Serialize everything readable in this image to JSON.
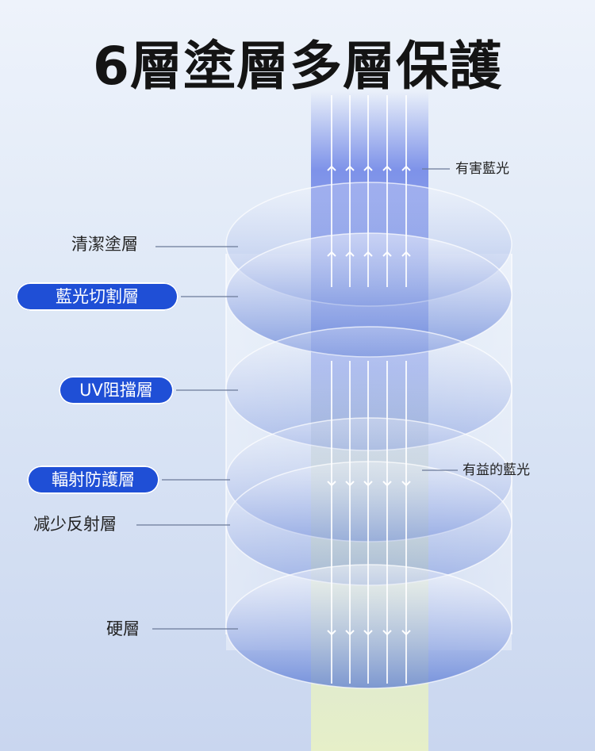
{
  "title": "6層塗層多層保護",
  "layers": {
    "cleaning": "清潔塗層",
    "blue_cut": "藍光切割層",
    "uv_block": "UV阻擋層",
    "radiation": "輻射防護層",
    "anti_reflect": "减少反射層",
    "hard": "硬層"
  },
  "light": {
    "harmful": "有害藍光",
    "beneficial": "有益的藍光"
  },
  "colors": {
    "pill": "#1f4fd6",
    "disc": "#5d7fd6",
    "beam_top": "#6b82e6",
    "beam_bottom": "#e9f2c4"
  }
}
